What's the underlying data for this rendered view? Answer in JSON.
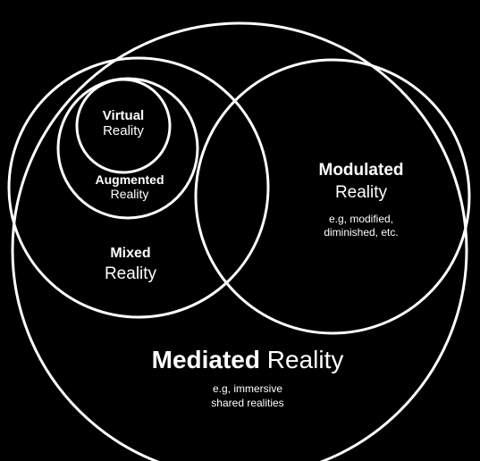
{
  "colors": {
    "background": "#000000",
    "stroke": "#ffffff",
    "text": "#ffffff"
  },
  "regions": {
    "virtual": {
      "bold": "Virtual",
      "regular": "Reality"
    },
    "augmented": {
      "bold": "Augmented",
      "regular": "Reality"
    },
    "mixed": {
      "bold": "Mixed",
      "regular": "Reality"
    },
    "modulated": {
      "bold": "Modulated",
      "regular": "Reality",
      "note_line1": "e.g, modified,",
      "note_line2": "diminished, etc."
    },
    "mediated": {
      "bold": "Mediated",
      "regular": "Reality",
      "note_line1": "e.g, immersive",
      "note_line2": "shared realities"
    }
  }
}
